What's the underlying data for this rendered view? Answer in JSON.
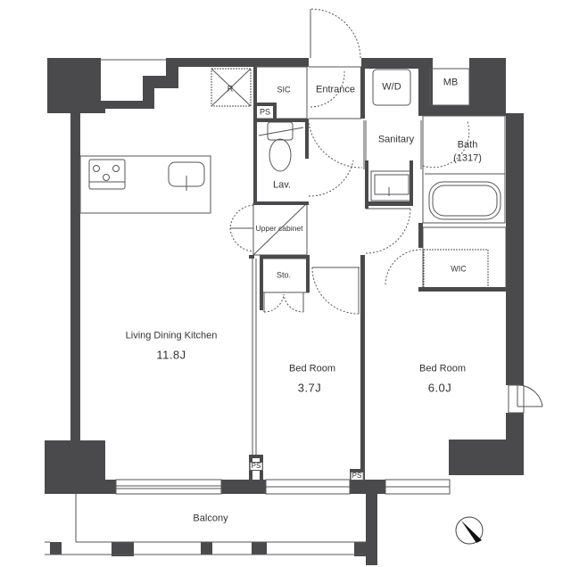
{
  "floorplan": {
    "colors": {
      "wall": "#4a4a4c",
      "line": "#555555",
      "background": "#ffffff",
      "text": "#333333"
    },
    "rooms": {
      "ldk": {
        "name": "Living Dining Kitchen",
        "area": "11.8J"
      },
      "bedroom1": {
        "name": "Bed Room",
        "area": "3.7J"
      },
      "bedroom2": {
        "name": "Bed Room",
        "area": "6.0J"
      },
      "balcony": {
        "name": "Balcony"
      },
      "entrance": {
        "name": "Entrance"
      },
      "sic": {
        "name": "SIC"
      },
      "lav": {
        "name": "Lav."
      },
      "sanitary": {
        "name": "Sanitary"
      },
      "bath": {
        "name": "Bath",
        "size": "(1317)"
      },
      "wd": {
        "name": "W/D"
      },
      "mb": {
        "name": "MB"
      },
      "wic": {
        "name": "WIC"
      },
      "sto": {
        "name": "Sto."
      },
      "upper_cabinet": {
        "name": "Upper cabinet"
      },
      "refrigerator": {
        "name": "R"
      },
      "ps_top": {
        "name": "PS"
      },
      "ps_bottom_left": {
        "name": "PS"
      },
      "ps_bottom_right": {
        "name": "PS"
      }
    },
    "compass": {
      "icon": "north-arrow-icon"
    }
  }
}
